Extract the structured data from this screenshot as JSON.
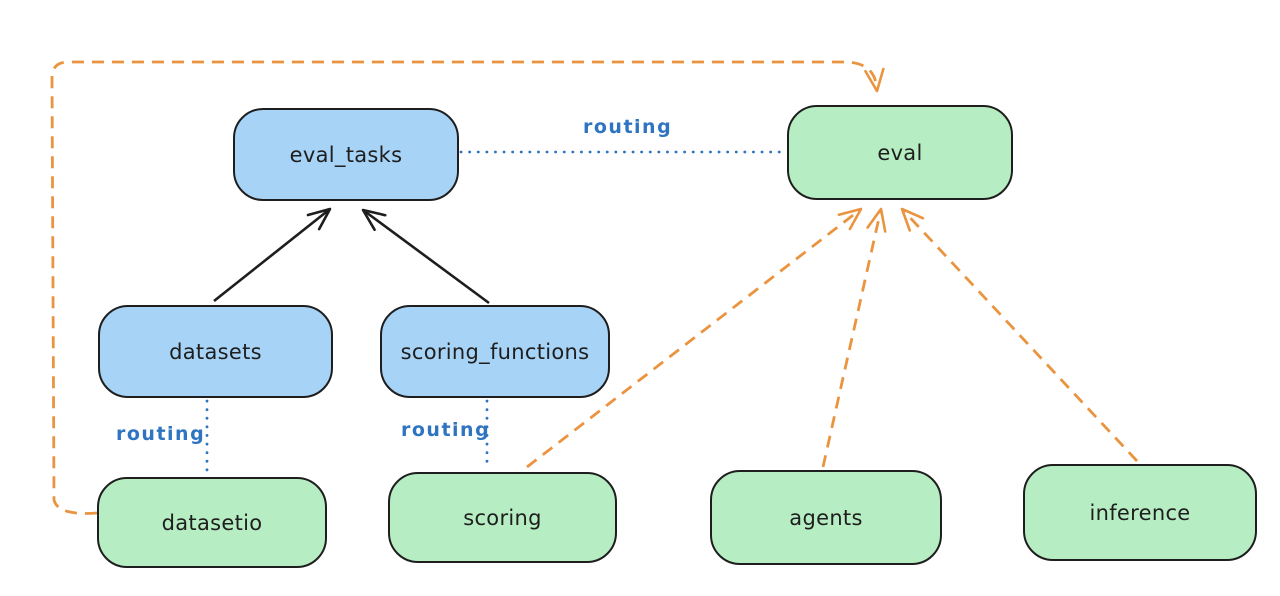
{
  "diagram": {
    "type": "architecture-diagram",
    "colors": {
      "canvas-bg": "#ffffff",
      "edge-black": "#1e1e1e",
      "api-fill": "#a7d3f6",
      "provider-fill": "#b7edc2",
      "routing-blue": "#2f74c0",
      "dependency-orange": "#ea943f"
    },
    "nodes": [
      {
        "id": "eval_tasks",
        "label": "eval_tasks",
        "kind": "api"
      },
      {
        "id": "eval",
        "label": "eval",
        "kind": "provider"
      },
      {
        "id": "datasets",
        "label": "datasets",
        "kind": "api"
      },
      {
        "id": "scoring_functions",
        "label": "scoring_functions",
        "kind": "api"
      },
      {
        "id": "datasetio",
        "label": "datasetio",
        "kind": "provider"
      },
      {
        "id": "scoring",
        "label": "scoring",
        "kind": "provider"
      },
      {
        "id": "agents",
        "label": "agents",
        "kind": "provider"
      },
      {
        "id": "inference",
        "label": "inference",
        "kind": "provider"
      }
    ],
    "edge_labels": [
      {
        "id": "routing-top",
        "label": "routing"
      },
      {
        "id": "routing-left",
        "label": "routing"
      },
      {
        "id": "routing-middle",
        "label": "routing"
      }
    ]
  }
}
